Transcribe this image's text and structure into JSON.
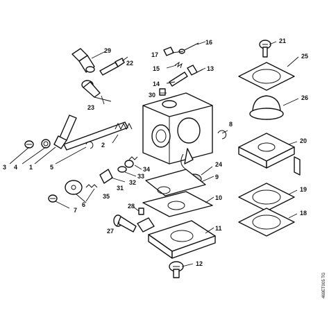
{
  "figure_code": "469ET005 TG",
  "callouts": {
    "p1": "1",
    "p2": "2",
    "p3": "3",
    "p4": "4",
    "p5": "5",
    "p6": "6",
    "p7": "7",
    "p8": "8",
    "p9": "9",
    "p10": "10",
    "p11": "11",
    "p12": "12",
    "p13": "13",
    "p14": "14",
    "p15": "15",
    "p16": "16",
    "p17": "17",
    "p18": "18",
    "p19": "19",
    "p20": "20",
    "p21": "21",
    "p22": "22",
    "p23": "23",
    "p24": "24",
    "p25": "25",
    "p26": "26",
    "p27": "27",
    "p28": "28",
    "p29": "29",
    "p30": "30",
    "p31": "31",
    "p32": "32",
    "p33": "33",
    "p34": "34",
    "p35": "35"
  }
}
